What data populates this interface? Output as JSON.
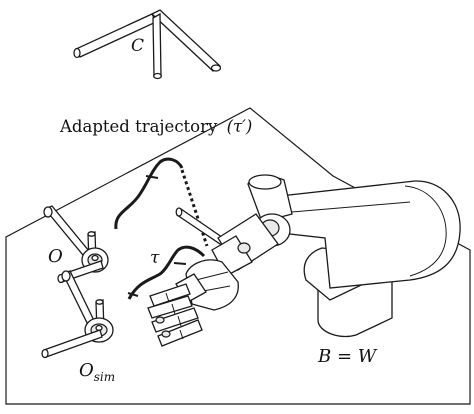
{
  "labels": {
    "frame_c": "C",
    "adapted_trajectory": "Adapted trajectory",
    "tau_prime": "(τ′)",
    "tau": "τ",
    "object": "O",
    "object_sim_base": "O",
    "object_sim_sub": "sim",
    "base_world": "B = W"
  }
}
